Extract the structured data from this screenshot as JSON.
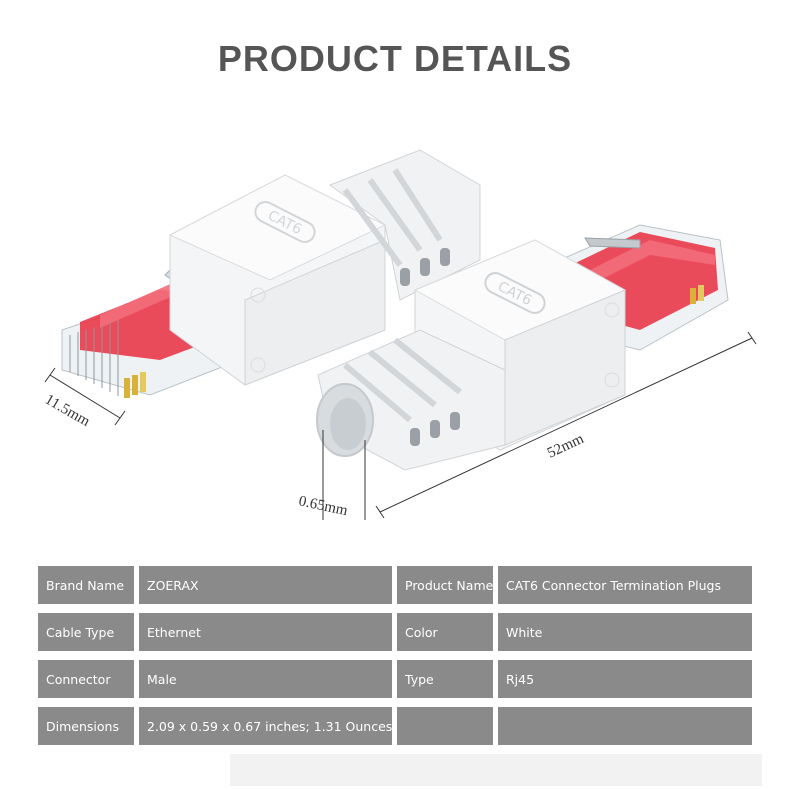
{
  "page_title": "PRODUCT DETAILS",
  "product": {
    "left_plug_print": "CAT6",
    "right_plug_print": "CAT6"
  },
  "dimensions": {
    "width": "11.5mm",
    "wall": "0.65mm",
    "length": "52mm"
  },
  "colors": {
    "cell_background": "#8a8a8a",
    "contacts_red": "#e8384a",
    "title_gray": "#555555"
  },
  "specs": {
    "rows": [
      {
        "label1": "Brand Name",
        "value1": "ZOERAX",
        "label2": "Product Name",
        "value2": "CAT6 Connector Termination Plugs"
      },
      {
        "label1": "Cable Type",
        "value1": "Ethernet",
        "label2": "Color",
        "value2": "White"
      },
      {
        "label1": "Connector",
        "value1": "Male",
        "label2": "Type",
        "value2": "Rj45"
      },
      {
        "label1": "Dimensions",
        "value1": "2.09 x 0.59 x 0.67 inches; 1.31 Ounces",
        "label2": "",
        "value2": ""
      }
    ]
  }
}
